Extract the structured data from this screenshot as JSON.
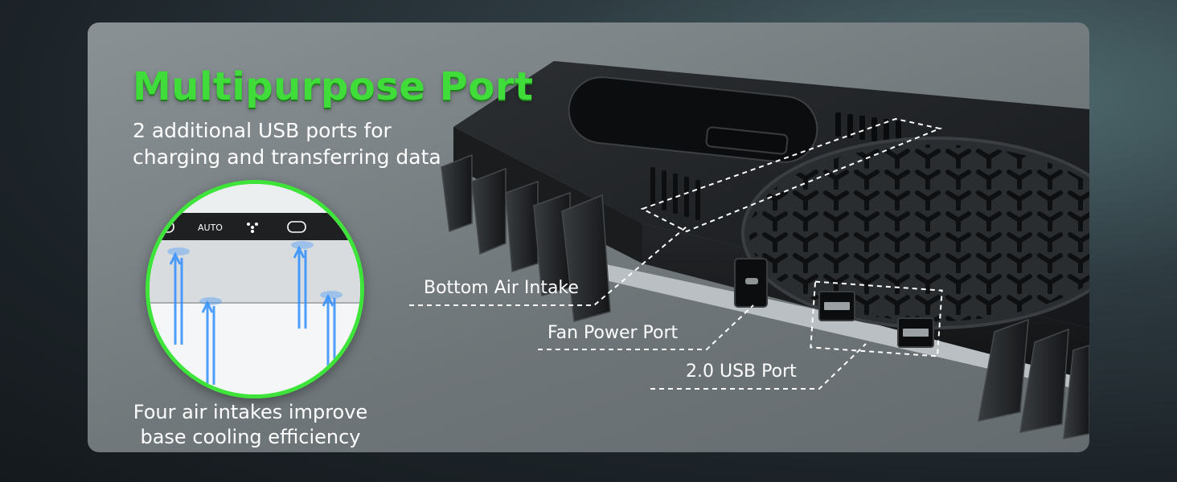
{
  "heading": {
    "title": "Multipurpose Port",
    "subtitle_line1": "2 additional USB ports for",
    "subtitle_line2": "charging and transferring data"
  },
  "inset": {
    "panel_label": "AUTO",
    "caption_line1": "Four air intakes improve",
    "caption_line2": "base cooling efficiency"
  },
  "callouts": {
    "bottom_air_intake": "Bottom Air Intake",
    "fan_power_port": "Fan Power Port",
    "usb_port": "2.0 USB Port"
  },
  "colors": {
    "accent_green": "#3fdc3a",
    "airflow_blue": "#2f8fff",
    "product_black": "#1b1d1f"
  }
}
